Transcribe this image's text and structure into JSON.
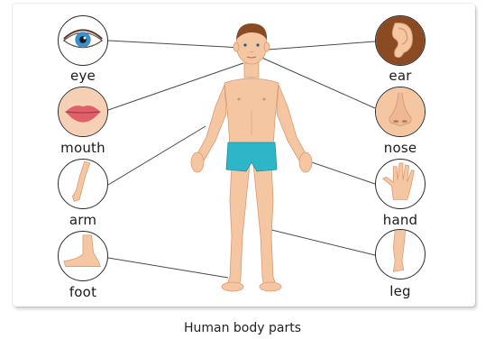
{
  "caption": "Human body parts",
  "parts": {
    "eye": "eye",
    "mouth": "mouth",
    "arm": "arm",
    "foot": "foot",
    "ear": "ear",
    "nose": "nose",
    "hand": "hand",
    "leg": "leg"
  },
  "colors": {
    "skin": "#f4c6a1",
    "skin_shadow": "#e3a57f",
    "shorts": "#2fb5c8",
    "hair": "#8a4b22",
    "iris": "#3a8fd0",
    "lips": "#e0606a",
    "line": "#4a4a4a"
  }
}
